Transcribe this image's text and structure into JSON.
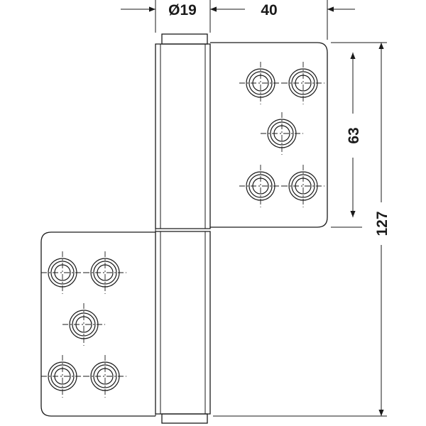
{
  "dimensions": {
    "pin_diameter": "Ø19",
    "leaf_width": "40",
    "hole_spacing": "63",
    "total_height": "127"
  }
}
